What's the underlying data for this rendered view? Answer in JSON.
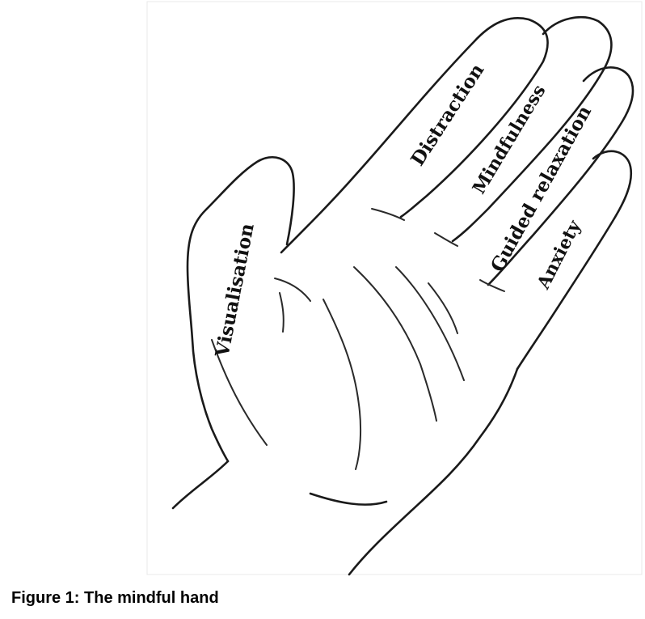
{
  "figure": {
    "labels": {
      "thumb": "Visualisation",
      "index": "Distraction",
      "middle": "Mindfulness",
      "ring": "Guided relaxation",
      "little": "Anxiety"
    },
    "caption": "Figure 1: The mindful hand"
  },
  "colors": {
    "ink": "#1a1a1a",
    "paper": "#ffffff",
    "paper_edge": "#e6e6e6"
  }
}
